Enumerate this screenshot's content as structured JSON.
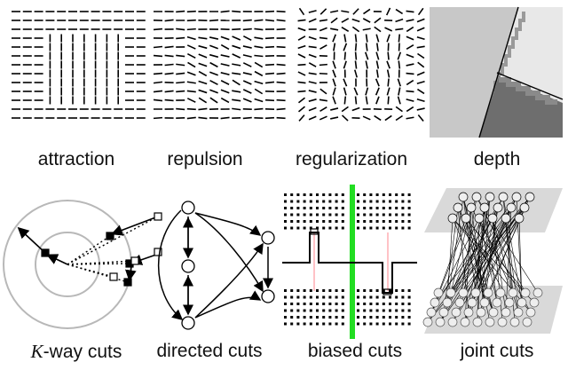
{
  "panels": [
    {
      "id": "attraction",
      "caption": "attraction"
    },
    {
      "id": "repulsion",
      "caption": "repulsion"
    },
    {
      "id": "regularization",
      "caption": "regularization"
    },
    {
      "id": "depth",
      "caption": "depth"
    },
    {
      "id": "kway",
      "caption_prefix": "K",
      "caption": "-way cuts"
    },
    {
      "id": "directed",
      "caption": "directed cuts"
    },
    {
      "id": "biased",
      "caption": "biased cuts"
    },
    {
      "id": "joint",
      "caption": "joint cuts"
    }
  ],
  "colors": {
    "ink": "#000000",
    "depth_light": "#c8c8c8",
    "depth_pale": "#e8e8e8",
    "depth_dark": "#6e6e6e",
    "ring": "#b8b8b8",
    "bias_line": "#22dd22",
    "bias_marker": "#ff9aa0",
    "joint_plane": "#d9d9d9"
  }
}
